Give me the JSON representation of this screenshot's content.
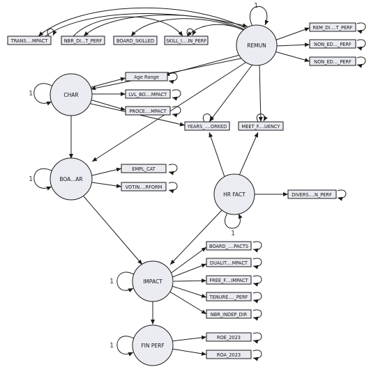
{
  "latent": [
    {
      "id": "REMUN",
      "label": "REMUN"
    },
    {
      "id": "CHAR",
      "label": "CHAR"
    },
    {
      "id": "BOAAR",
      "label": "BOA...AR"
    },
    {
      "id": "HRFACT",
      "label": "HR FACT"
    },
    {
      "id": "IMPACT",
      "label": "IMPACT"
    },
    {
      "id": "FINPERF",
      "label": "FIN PERF"
    }
  ],
  "manifest": [
    {
      "id": "m_trans",
      "label": "TRANS....MPACT"
    },
    {
      "id": "m_nbrdi",
      "label": "NBR_DI...T_PERF"
    },
    {
      "id": "m_boardskilled",
      "label": "BOARD_SKILLED"
    },
    {
      "id": "m_skill",
      "label": "SKILL_I....IN_PERF"
    },
    {
      "id": "m_remdi",
      "label": "REM_DI....T_PERF"
    },
    {
      "id": "m_noned1",
      "label": "NON_ED..._PERF"
    },
    {
      "id": "m_noned2",
      "label": "NON_ED..._PERF"
    },
    {
      "id": "m_agerange",
      "label": "Age Range"
    },
    {
      "id": "m_lvlbo",
      "label": "LVL_BO....MPACT"
    },
    {
      "id": "m_proce",
      "label": "PROCE....MPACT"
    },
    {
      "id": "m_years",
      "label": "YEARS_....ORKED"
    },
    {
      "id": "m_meet",
      "label": "MEET_F....UENCY"
    },
    {
      "id": "m_emplcat",
      "label": "EMPL_CAT"
    },
    {
      "id": "m_votin",
      "label": "VOTIN....RFORM"
    },
    {
      "id": "m_divers",
      "label": "DIVERS....N_PERF"
    },
    {
      "id": "m_boardpacts",
      "label": "BOARD_....PACTS"
    },
    {
      "id": "m_dualit",
      "label": "DUALIT....MPACT"
    },
    {
      "id": "m_freef",
      "label": "FREE_F....IMPACT"
    },
    {
      "id": "m_tenure",
      "label": "TENURE...._PERF"
    },
    {
      "id": "m_nbrindep",
      "label": "NBR_INDEP_DIR"
    },
    {
      "id": "m_roe",
      "label": "ROE_2023"
    },
    {
      "id": "m_roa",
      "label": "ROA_2023"
    }
  ],
  "loop_labels": {
    "remun": "1",
    "char": "1",
    "boaar": "1",
    "hrfact": "1",
    "impact": "1",
    "finperf": "1"
  }
}
